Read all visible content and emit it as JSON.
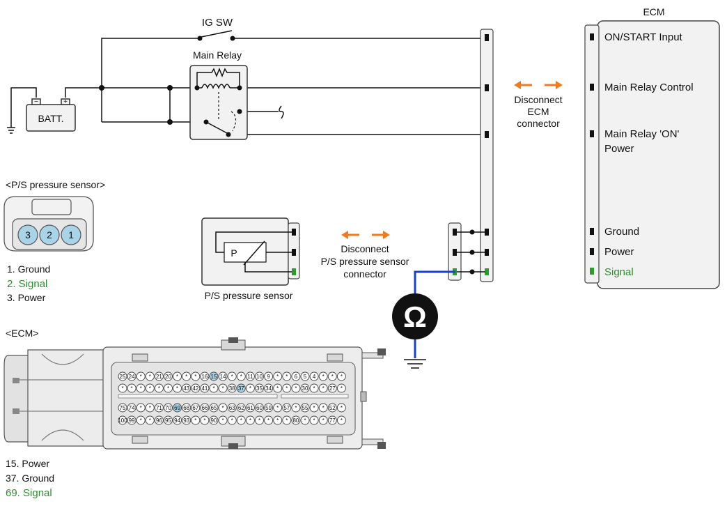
{
  "labels": {
    "ig_sw": "IG SW",
    "main_relay": "Main Relay",
    "battery": "BATT.",
    "ecm_title": "ECM",
    "disconnect_ecm": [
      "Disconnect",
      "ECM",
      "connector"
    ],
    "disconnect_ps": [
      "Disconnect",
      "P/S pressure sensor",
      "connector"
    ],
    "ps_sensor_name": "P/S pressure sensor",
    "ps_sensor_inner": "P",
    "ohm_symbol": "Ω"
  },
  "ecm_pins": [
    {
      "label": "ON/START Input",
      "color": "#111111"
    },
    {
      "label": "Main Relay Control",
      "color": "#111111"
    },
    {
      "label": "Main Relay 'ON'",
      "label2": "Power",
      "color": "#111111"
    },
    {
      "label": "Ground",
      "color": "#111111"
    },
    {
      "label": "Power",
      "color": "#111111"
    },
    {
      "label": "Signal",
      "color": "#2e8b2e"
    }
  ],
  "ps_connector_view": {
    "title": "<P/S pressure sensor>",
    "pins": [
      "3",
      "2",
      "1"
    ],
    "legend": [
      {
        "text": "1. Ground",
        "color": "#111111"
      },
      {
        "text": "2. Signal",
        "color": "#2e8b2e"
      },
      {
        "text": "3. Power",
        "color": "#111111"
      }
    ]
  },
  "ecm_connector_view": {
    "title": "<ECM>",
    "rows": [
      [
        "25",
        "24",
        "*",
        "*",
        "21",
        "20",
        "*",
        "*",
        "*",
        "16",
        "15",
        "14",
        "*",
        "*",
        "11",
        "10",
        "9",
        "*",
        "*",
        "6",
        "5",
        "4",
        "*",
        "*",
        "*"
      ],
      [
        "*",
        "*",
        "*",
        "*",
        "*",
        "*",
        "*",
        "43",
        "42",
        "41",
        "*",
        "*",
        "38",
        "37",
        "*",
        "35",
        "34",
        "*",
        "*",
        "*",
        "30",
        "*",
        "*",
        "27",
        "*"
      ],
      [
        "75",
        "74",
        "*",
        "*",
        "71",
        "70",
        "69",
        "68",
        "67",
        "66",
        "65",
        "*",
        "63",
        "62",
        "61",
        "60",
        "59",
        "*",
        "57",
        "*",
        "55",
        "*",
        "*",
        "52",
        "*"
      ],
      [
        "100",
        "99",
        "*",
        "*",
        "96",
        "95",
        "94",
        "93",
        "*",
        "*",
        "90",
        "*",
        "*",
        "*",
        "*",
        "*",
        "*",
        "*",
        "*",
        "80",
        "*",
        "*",
        "*",
        "77",
        "*"
      ]
    ],
    "highlight": [
      "15",
      "37",
      "69"
    ],
    "highlight_color": "#a9d3e6",
    "legend": [
      {
        "text": "15. Power",
        "color": "#111111"
      },
      {
        "text": "37. Ground",
        "color": "#111111"
      },
      {
        "text": "69. Signal",
        "color": "#2e8b2e"
      }
    ]
  },
  "colors": {
    "signal_green": "#2e8b2e",
    "probe_wire_blue": "#1a3fd6",
    "arrow_orange": "#f07a1f"
  }
}
